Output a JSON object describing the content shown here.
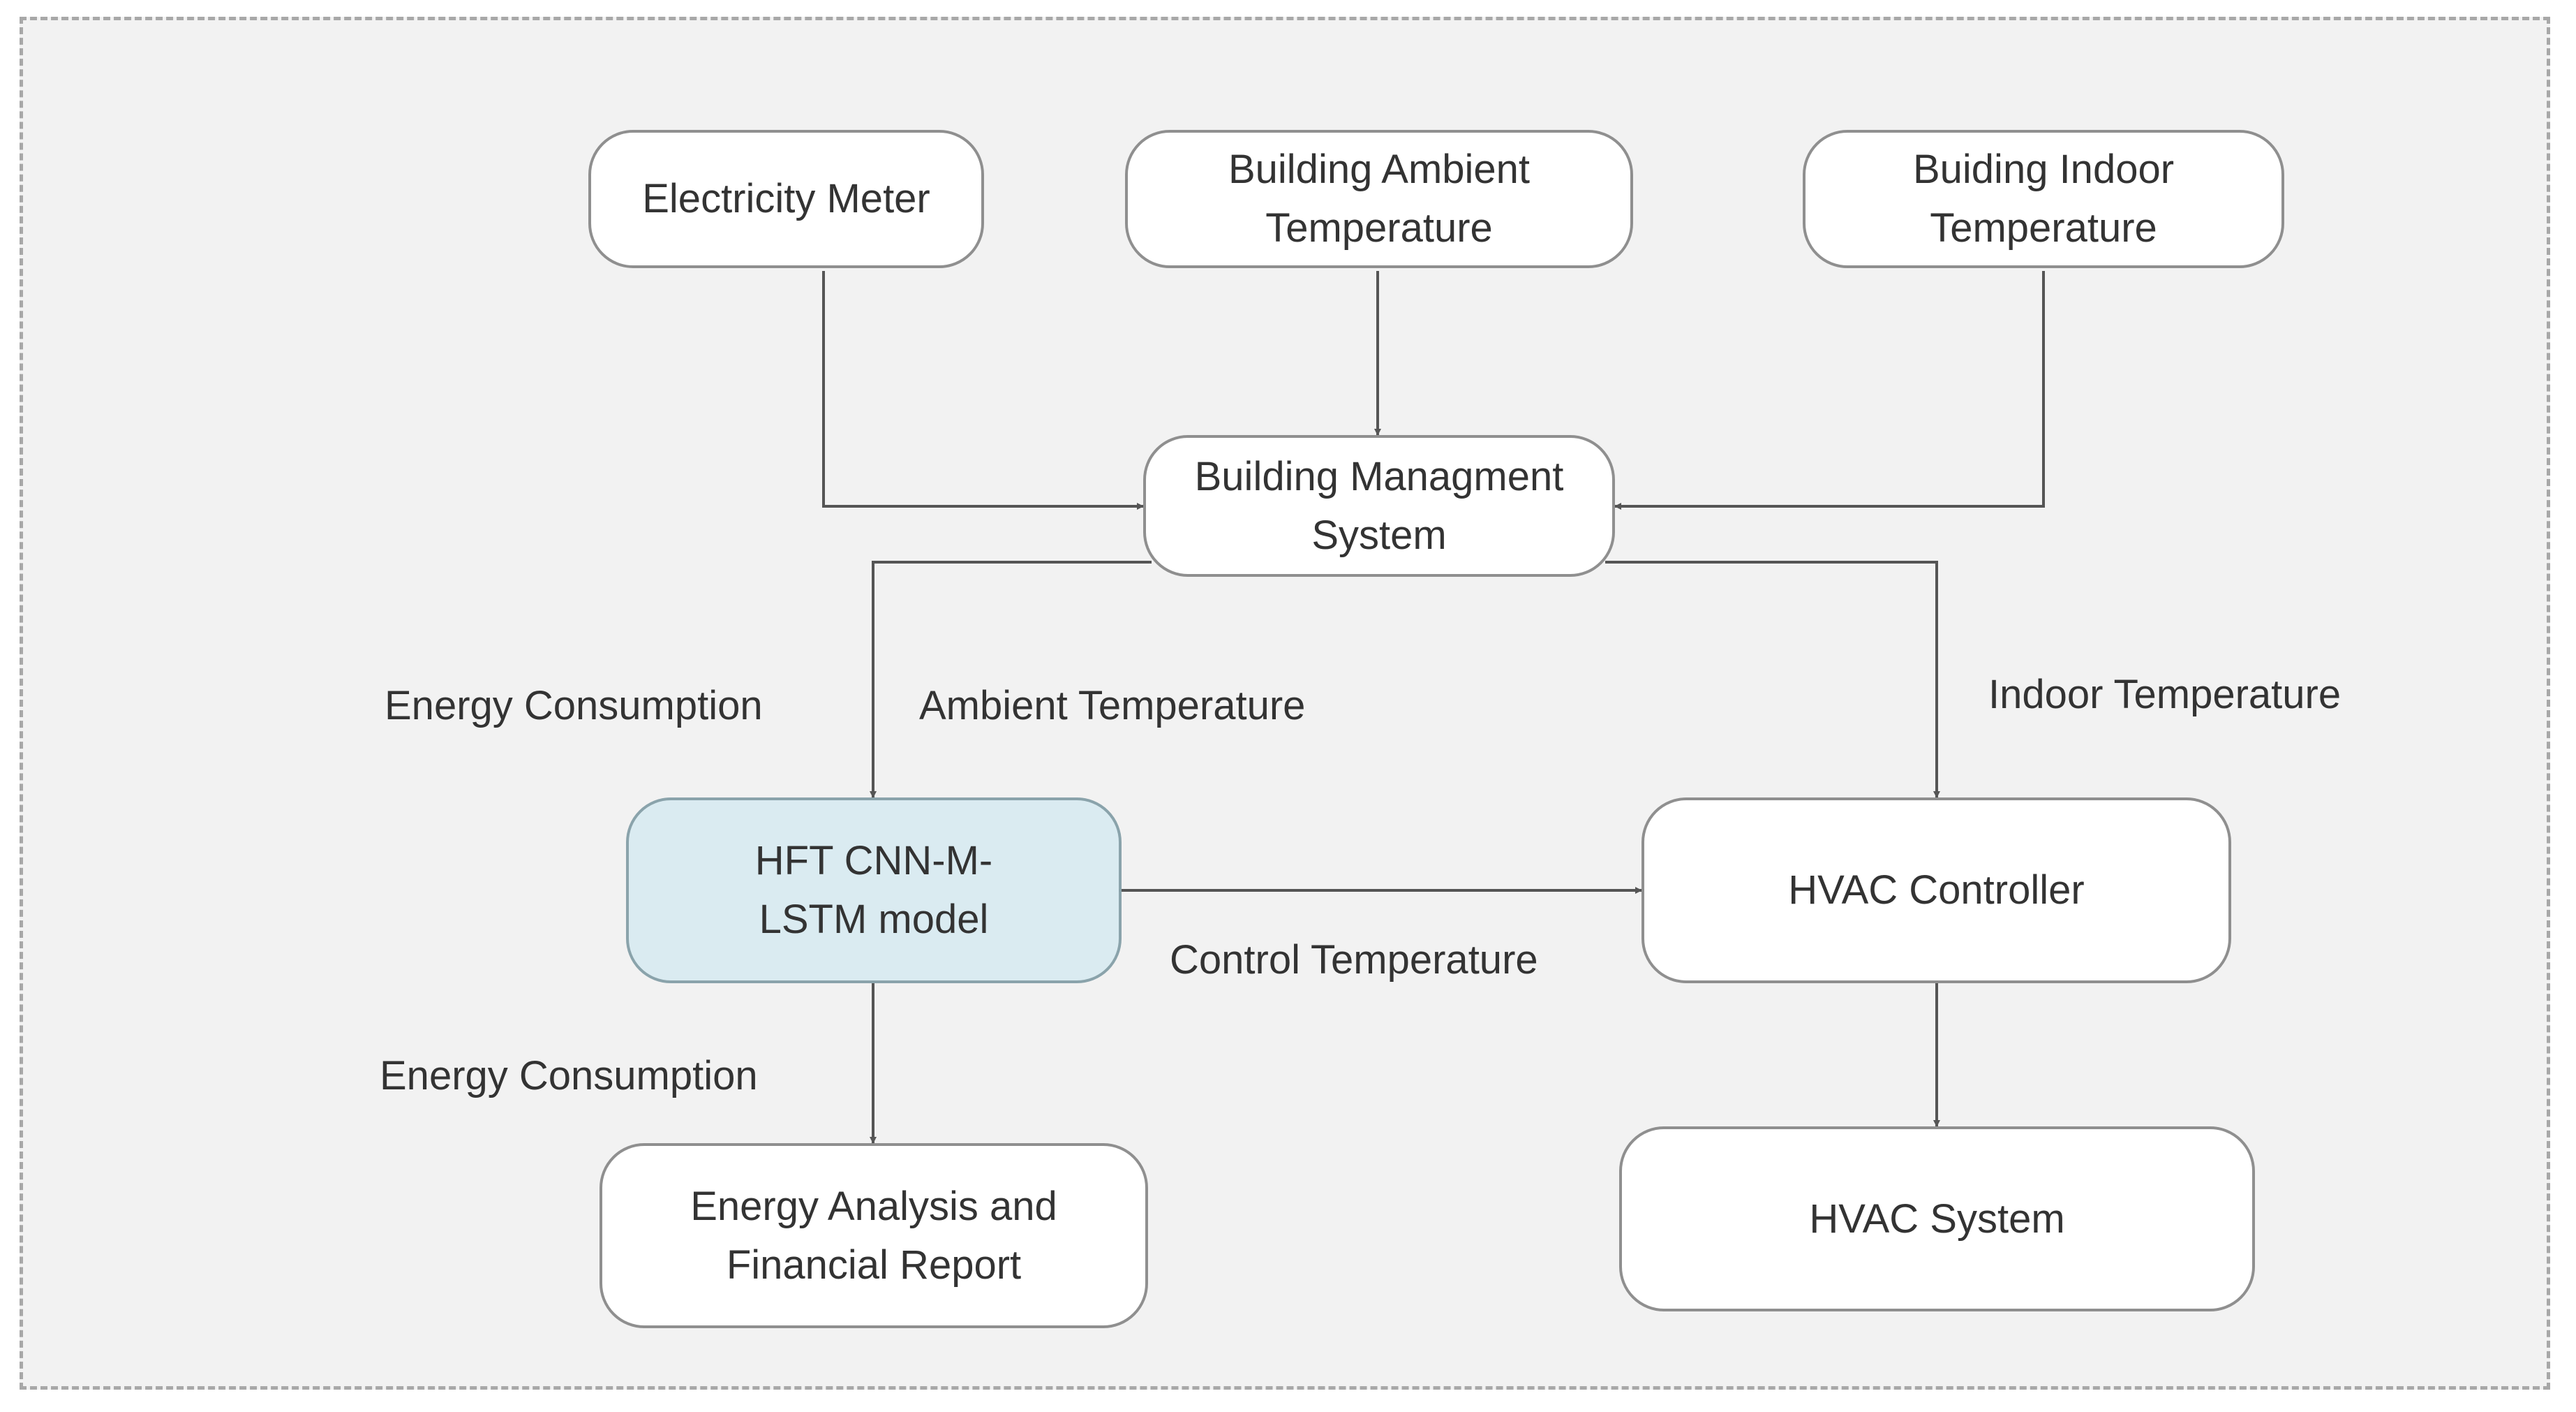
{
  "diagram": {
    "nodes": {
      "electricity_meter": "Electricity Meter",
      "ambient_temp_sensor": "Building Ambient\nTemperature",
      "indoor_temp_sensor": "Buiding Indoor\nTemperature",
      "bms": "Building Managment\nSystem",
      "model": "HFT CNN-M-\nLSTM  model",
      "hvac_controller": "HVAC Controller",
      "report": "Energy Analysis and\nFinancial Report",
      "hvac_system": "HVAC System"
    },
    "edge_labels": {
      "energy_consumption_in": "Energy Consumption",
      "ambient_temperature": "Ambient Temperature",
      "indoor_temperature": "Indoor Temperature",
      "control_temperature": "Control Temperature",
      "energy_consumption_out": "Energy Consumption"
    },
    "colors": {
      "model_fill": "#daebf1",
      "node_fill": "#ffffff",
      "line": "#555555",
      "background": "#f2f2f2"
    }
  }
}
